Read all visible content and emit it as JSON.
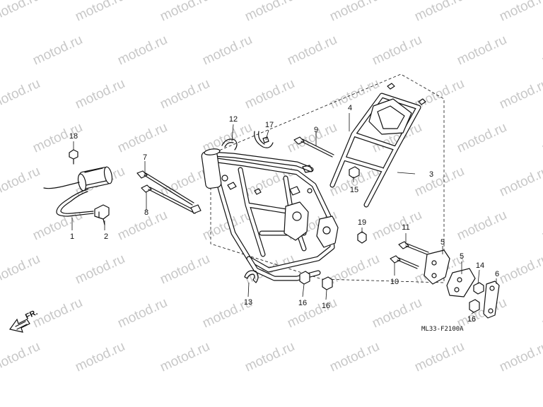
{
  "watermark": "motod.ru",
  "diagram_code": "ML33-F2100A",
  "direction_label": "FR.",
  "callouts": [
    {
      "id": "label-1",
      "text": "1"
    },
    {
      "id": "label-2",
      "text": "2"
    },
    {
      "id": "label-3",
      "text": "3"
    },
    {
      "id": "label-4",
      "text": "4"
    },
    {
      "id": "label-5a",
      "text": "5"
    },
    {
      "id": "label-5b",
      "text": "5"
    },
    {
      "id": "label-6",
      "text": "6"
    },
    {
      "id": "label-7",
      "text": "7"
    },
    {
      "id": "label-8",
      "text": "8"
    },
    {
      "id": "label-9",
      "text": "9"
    },
    {
      "id": "label-10",
      "text": "10"
    },
    {
      "id": "label-11",
      "text": "11"
    },
    {
      "id": "label-12",
      "text": "12"
    },
    {
      "id": "label-13",
      "text": "13"
    },
    {
      "id": "label-14",
      "text": "14"
    },
    {
      "id": "label-15",
      "text": "15"
    },
    {
      "id": "label-16a",
      "text": "16"
    },
    {
      "id": "label-16b",
      "text": "16"
    },
    {
      "id": "label-16c",
      "text": "16"
    },
    {
      "id": "label-17",
      "text": "17"
    },
    {
      "id": "label-18",
      "text": "18"
    },
    {
      "id": "label-19",
      "text": "19"
    }
  ]
}
